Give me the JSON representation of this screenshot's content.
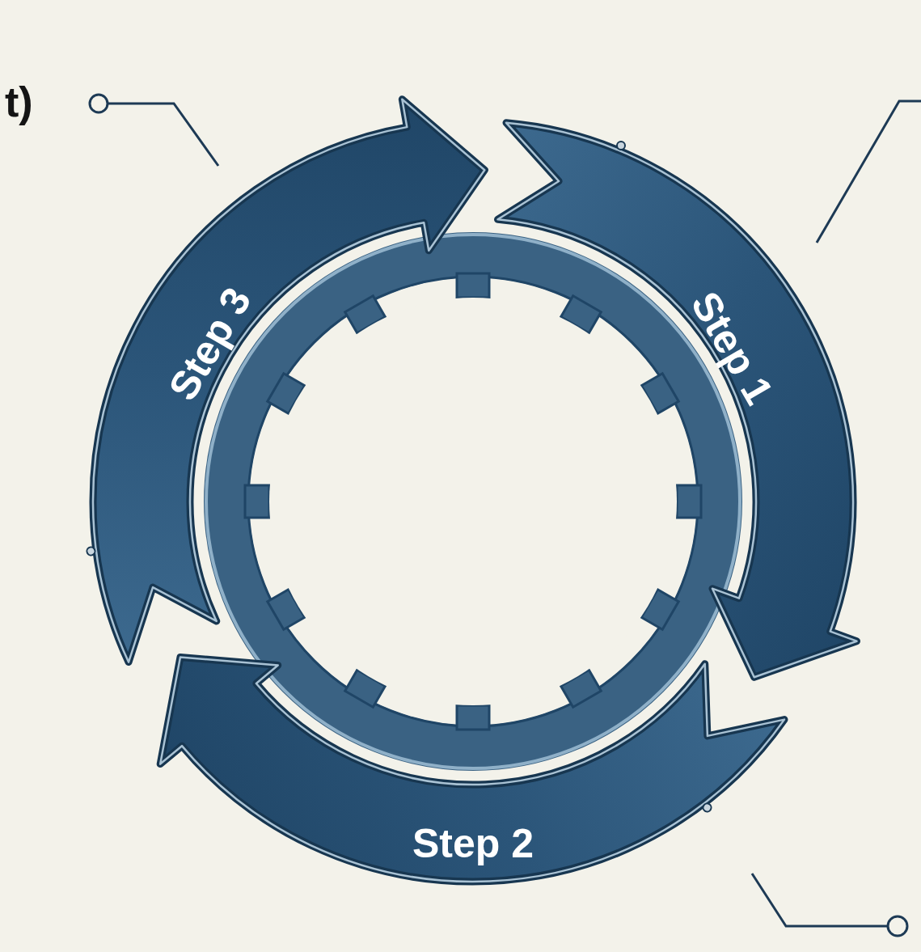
{
  "diagram": {
    "nodes": [
      {
        "text": [
          "Step 1"
        ]
      },
      {
        "text": [
          "Step 2"
        ]
      },
      {
        "text": [
          "Step 3"
        ]
      }
    ],
    "labels": [
      "t)"
    ]
  }
}
